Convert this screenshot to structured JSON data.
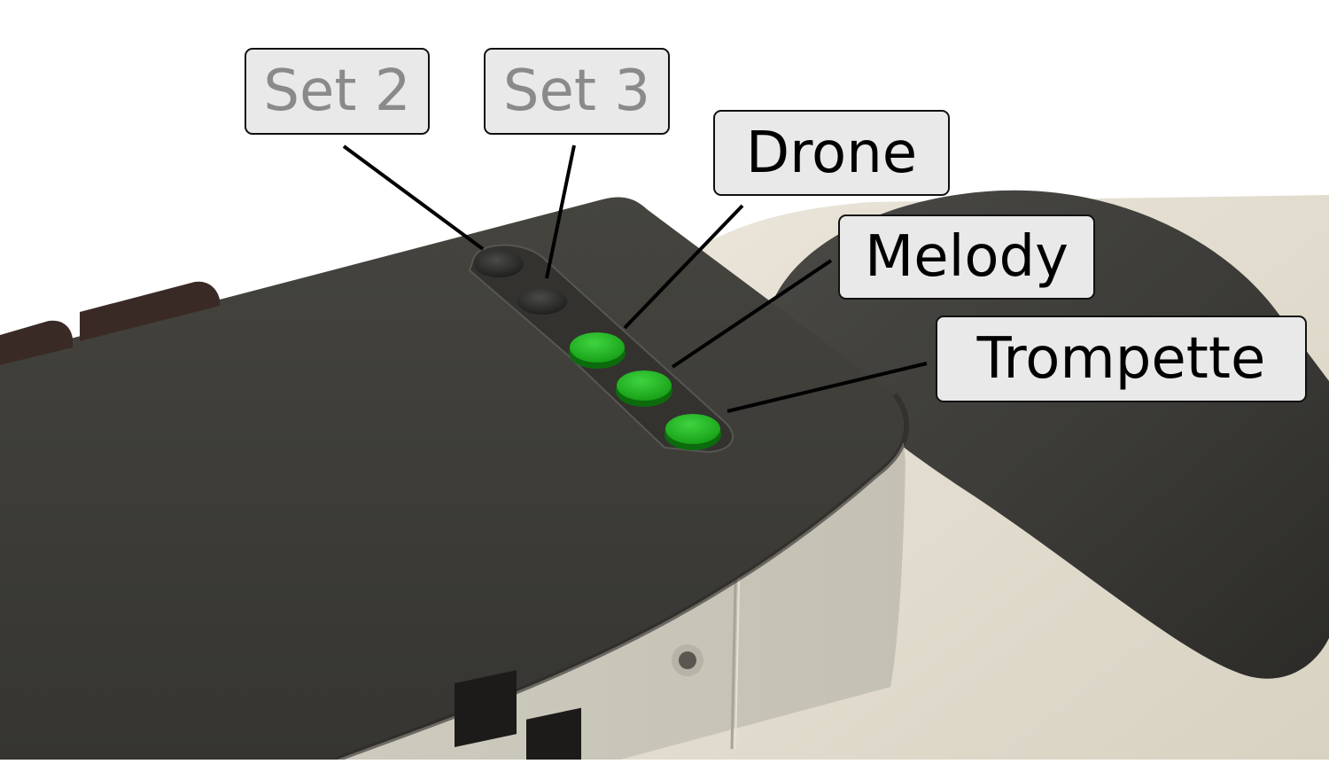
{
  "labels": {
    "set2": "Set 2",
    "set3": "Set 3",
    "drone": "Drone",
    "melody": "Melody",
    "trompette": "Trompette"
  },
  "buttons": {
    "set2": {
      "state": "inactive",
      "color": "#2a2a2a"
    },
    "set3": {
      "state": "inactive",
      "color": "#2a2a2a"
    },
    "drone": {
      "state": "active",
      "color": "#1fb11f"
    },
    "melody": {
      "state": "active",
      "color": "#1fb11f"
    },
    "trompette": {
      "state": "active",
      "color": "#1fb11f"
    }
  },
  "colors": {
    "housing_top": "#3b3a37",
    "housing_side": "#cdcabd",
    "background_body": "#e4ded0",
    "keys": "#3a2a26",
    "label_background": "#e9e9e9",
    "label_text_active": "#000000",
    "label_text_inactive": "#8a8a8a"
  }
}
